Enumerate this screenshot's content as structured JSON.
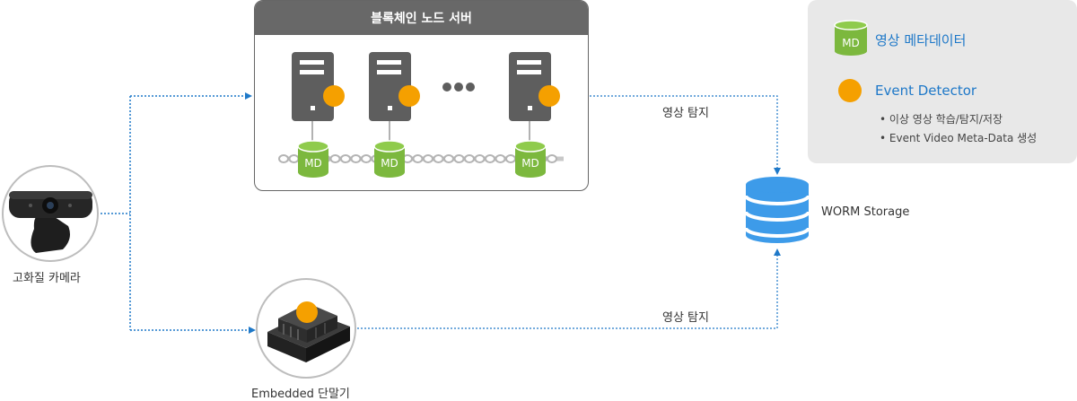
{
  "panel": {
    "title": "블록체인 노드 서버"
  },
  "md_label": "MD",
  "legend": {
    "metadata_label": "영상 메타데이터",
    "event_detector_label": "Event Detector",
    "bullets": [
      "• 이상 영상 학습/탐지/저장",
      "• Event Video Meta-Data 생성"
    ]
  },
  "camera": {
    "label": "고화질 카메라"
  },
  "embedded": {
    "label": "Embedded 단말기"
  },
  "storage": {
    "label": "WORM Storage"
  },
  "edges": {
    "top_detect_label": "영상 탐지",
    "bottom_detect_label": "영상 탐지"
  },
  "colors": {
    "accent_blue": "#1e78c8",
    "detector_orange": "#f5a000",
    "md_green": "#7cb83e",
    "server_gray": "#5e5e5e",
    "storage_blue": "#3d9be9"
  }
}
